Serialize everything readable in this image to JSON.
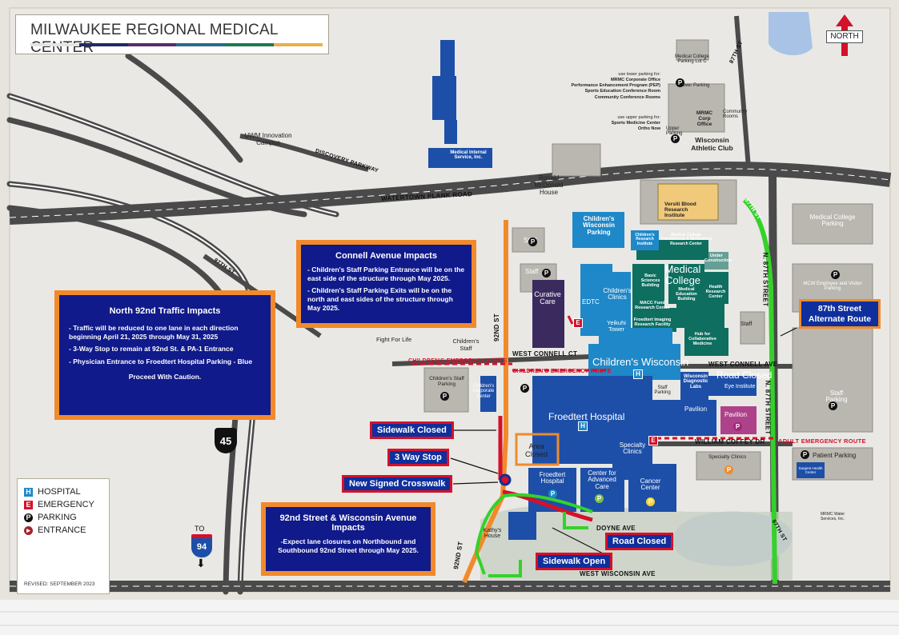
{
  "title": "MILWAUKEE REGIONAL MEDICAL CENTER",
  "title_stripe_colors": [
    "#1f2a6b",
    "#5d2a6e",
    "#2a6b8a",
    "#1e7a4f",
    "#e8b04a"
  ],
  "north_label": "NORTH",
  "revised": "REVISED: SEPTEMBER 2023",
  "legend": [
    {
      "icon": "hospital-icon",
      "glyph": "H",
      "color": "#1e88c8",
      "label": "HOSPITAL"
    },
    {
      "icon": "emergency-icon",
      "glyph": "E",
      "color": "#d4112a",
      "label": "EMERGENCY"
    },
    {
      "icon": "parking-icon",
      "glyph": "P",
      "color": "#111111",
      "label": "PARKING"
    },
    {
      "icon": "entrance-icon",
      "glyph": "▸",
      "color": "#a3242a",
      "label": "ENTRANCE"
    }
  ],
  "interstate_45": "45",
  "interstate_94": "94",
  "to_label": "TO",
  "roads": {
    "watertown": "WATERTOWN PLANK ROAD",
    "discovery": "DISCOVERY PARKWAY",
    "connell_w": "WEST CONNELL CT",
    "connell_e": "WEST CONNELL AVE",
    "coffey": "WILLIAM COFFEY DR",
    "doyne": "DOYNE AVE",
    "wisconsin": "WEST WISCONSIN AVE",
    "st92": "92ND ST",
    "st92b": "92ND ST",
    "st87a": "87TH ST",
    "st87b": "87TH ST",
    "st87c": "N. 87TH STREET",
    "st87d": "N. 87TH STREET",
    "st97": "97TH ST",
    "st87e": "87TH ST",
    "childrens_emergency_route_w": "CHILDREN'S EMERGENCY ROUTE",
    "childrens_emergency_route_e": "CHILDREN'S EMERGENCY ROUTE",
    "adult_emergency_route": "ADULT EMERGENCY ROUTE"
  },
  "places": {
    "uwm": "UWM Innovation Campus",
    "medical_internal": "Medical Internal Service, Inc.",
    "ronald": "Ronald McDonald House",
    "mcw_lot_c": "Medical College Parking Lot C",
    "lower_parking": "Lower Parking",
    "upper_parking": "Upper Parking",
    "mrmc_corp": "MRMC Corp Office",
    "community_rooms": "Community Rooms",
    "wac": "Wisconsin Athletic Club",
    "versiti": "Versiti Blood Research Institute",
    "childrens_wi_parking": "Children's Wisconsin Parking",
    "childrens_research": "Children's Research Institute",
    "mcw_translational": "Medical College Translational & Biomedical Research Center",
    "under_construction": "Under Construction",
    "medical_college": "Medical College",
    "basic_sciences": "Basic Sciences Building",
    "med_ed": "Medical Education Building",
    "health_research": "Health Research Center",
    "macc_fund": "MACC Fund Research Center",
    "imaging": "Froedtert Imaging Research Facility",
    "hub": "Hub for Collaborative Medicine",
    "curative": "Curative Care",
    "edtc": "EDTC",
    "childrens_clinics": "Children's Clinics",
    "yeikuhi": "Yeikuhi Tower",
    "childrens_staff": "Children's Staff",
    "childrens_staff_parking": "Children's Staff Parking",
    "childrens_corporate": "Children's Corporate Center",
    "fight_for_life": "Fight For Life",
    "childrens_wisconsin": "Children's Wisconsin",
    "road_closed_overlay": "Road Closed",
    "wi_diag": "Wisconsin Diagnostic Labs",
    "eye_institute": "Eye Institute",
    "staff_parking_small": "Staff Parking",
    "pavilion": "Pavilion",
    "pavilion_p": "Pavilion",
    "froedtert_hospital": "Froedtert Hospital",
    "specialty_clinics": "Specialty Clinics",
    "specialty_clinics_p": "Specialty Clinics",
    "froedtert_hospital_p": "Froedtert Hospital",
    "center_advanced_care": "Center for Advanced Care",
    "cancer_center": "Cancer Center",
    "kathys_house": "Kathy's House",
    "area_closed": "Area Closed",
    "staff_top": "Staff",
    "staff_mid": "Staff",
    "staff_right": "Staff",
    "staff_parking_big": "Staff Parking",
    "mcw_parking": "Medical College Parking",
    "mcw_employee": "MCW Employee and Visitor Parking",
    "patient_parking": "Patient Parking",
    "sargent": "Sargent Health Center",
    "mrmc_water": "MRMC Water Services, Inc."
  },
  "parking_note": {
    "lower_header": "use lower parking for:",
    "lower_items": [
      "MRMC Corporate Office",
      "Performance Enhancement Program (PEP)",
      "Sports Education Conference Room",
      "Community Conference Rooms"
    ],
    "upper_header": "use upper parking for:",
    "upper_items": [
      "Sports Medicine Center",
      "Ortho Now"
    ]
  },
  "notice_connell": {
    "title": "Connell Avenue Impacts",
    "items": [
      "- Children's Staff Parking Entrance will be on the east side of the structure through May 2025.",
      "- Children's Staff Parking Exits will be on the north and east sides of the structure through May 2025."
    ]
  },
  "notice_92nd": {
    "title": "North 92nd Traffic Impacts",
    "items": [
      "- Traffic will be reduced to one lane in each direction beginning April 21, 2025 through May 31, 2025",
      "- 3-Way Stop to remain at 92nd St. & PA-1 Entrance",
      "- Physician Entrance to Froedtert Hospital Parking - Blue"
    ],
    "footer": "Proceed With Caution."
  },
  "notice_wisconsin": {
    "title": "92nd Street & Wisconsin Avenue Impacts",
    "body": "-Expect lane closures on Northbound and Southbound 92nd Street through May 2025."
  },
  "notice_87th": {
    "title": "87th Street Alternate Route"
  },
  "tags": {
    "sidewalk_closed": "Sidewalk Closed",
    "three_way_stop": "3 Way Stop",
    "new_crosswalk": "New Signed Crosswalk",
    "road_closed": "Road Closed",
    "sidewalk_open": "Sidewalk Open"
  },
  "colors": {
    "froedtert_blue": "#1d4fa8",
    "childrens_blue": "#1e88c8",
    "mcw_green": "#0e6e60",
    "curative_purple": "#3b2a5e",
    "versiti_gold": "#f0c97a",
    "alternate_route_green": "#35d12a",
    "closure_orange": "#f08a2c",
    "closure_red": "#d4112a",
    "notice_blue": "#101a8a"
  }
}
